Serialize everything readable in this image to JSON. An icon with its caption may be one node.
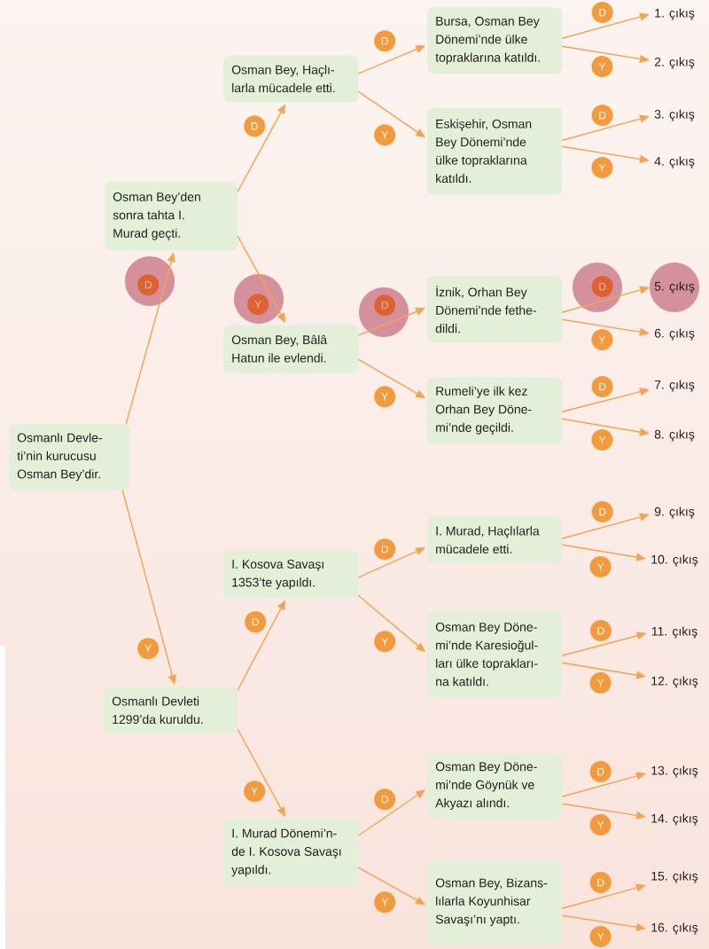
{
  "diagram": {
    "nodes": [
      {
        "text": [
          "Osmanlı Devle-ti’nin kurucusu Osman Bey’dir."
        ]
      },
      {
        "text": [
          "Osman Bey’den sonra tahta I. Murad geçti."
        ]
      },
      {
        "text": [
          "Osmanlı Devleti 1299’da kuruldu."
        ]
      },
      {
        "text": [
          "Osman Bey, Haçlı-larla mücadele etti."
        ]
      },
      {
        "text": [
          "Osman Bey, Bâlâ Hatun ile evlendi."
        ]
      },
      {
        "text": [
          "I. Kosova Savaşı 1353’te yapıldı."
        ]
      },
      {
        "text": [
          "I. Murad Dönemi’n-de I. Kosova Savaşı yapıldı."
        ]
      },
      {
        "text": [
          "Bursa, Osman Bey Dönemi’nde ülke topraklarına katıldı."
        ]
      },
      {
        "text": [
          "Eskişehir, Osman Bey Dönemi’nde ülke topraklarına katıldı."
        ]
      },
      {
        "text": [
          "İznik, Orhan Bey Dönemi’nde fethe-dildi."
        ]
      },
      {
        "text": [
          "Rumeli’ye ilk kez Orhan Bey Döne-mi’nde geçildi."
        ]
      },
      {
        "text": [
          "I. Murad, Haçlılarla mücadele etti."
        ]
      },
      {
        "text": [
          "Osman Bey Döne-mi’nde Karesioğul-ları ülke toprakları-na katıldı."
        ]
      },
      {
        "text": [
          "Osman Bey Döne-mi’nde Göynük ve Akyazı alındı."
        ]
      },
      {
        "text": [
          "Osman Bey, Bizans-lılarla Koyunhisar Savaşı’nı yaptı."
        ]
      },
      {
        "text": [
          "1. çıkış"
        ]
      },
      {
        "text": [
          "2. çıkış"
        ]
      },
      {
        "text": [
          "3. çıkış"
        ]
      },
      {
        "text": [
          "4. çıkış"
        ]
      },
      {
        "text": [
          "5. çıkış"
        ]
      },
      {
        "text": [
          "6. çıkış"
        ]
      },
      {
        "text": [
          "7. çıkış"
        ]
      },
      {
        "text": [
          "8. çıkış"
        ]
      },
      {
        "text": [
          "9. çıkış"
        ]
      },
      {
        "text": [
          "10. çıkış"
        ]
      },
      {
        "text": [
          "11. çıkış"
        ]
      },
      {
        "text": [
          "12. çıkış"
        ]
      },
      {
        "text": [
          "13. çıkış"
        ]
      },
      {
        "text": [
          "14. çıkış"
        ]
      },
      {
        "text": [
          "15. çıkış"
        ]
      },
      {
        "text": [
          "16. çıkış"
        ]
      }
    ],
    "edges": [
      {
        "from": 0,
        "to": 1,
        "arrow": "to",
        "label": "D"
      },
      {
        "from": 0,
        "to": 2,
        "arrow": "to",
        "label": "Y"
      },
      {
        "from": 1,
        "to": 3,
        "arrow": "to",
        "label": "D"
      },
      {
        "from": 1,
        "to": 4,
        "arrow": "to",
        "label": "Y"
      },
      {
        "from": 2,
        "to": 5,
        "arrow": "to",
        "label": "D"
      },
      {
        "from": 2,
        "to": 6,
        "arrow": "to",
        "label": "Y"
      },
      {
        "from": 3,
        "to": 7,
        "arrow": "to",
        "label": "D"
      },
      {
        "from": 3,
        "to": 8,
        "arrow": "to",
        "label": "Y"
      },
      {
        "from": 4,
        "to": 9,
        "arrow": "to",
        "label": "D"
      },
      {
        "from": 4,
        "to": 10,
        "arrow": "to",
        "label": "Y"
      },
      {
        "from": 5,
        "to": 11,
        "arrow": "to",
        "label": "D"
      },
      {
        "from": 5,
        "to": 12,
        "arrow": "to",
        "label": "Y"
      },
      {
        "from": 6,
        "to": 13,
        "arrow": "to",
        "label": "D"
      },
      {
        "from": 6,
        "to": 14,
        "arrow": "to",
        "label": "Y"
      },
      {
        "from": 7,
        "to": 15,
        "arrow": "to",
        "label": "D"
      },
      {
        "from": 7,
        "to": 16,
        "arrow": "to",
        "label": "Y"
      },
      {
        "from": 8,
        "to": 17,
        "arrow": "to",
        "label": "D"
      },
      {
        "from": 8,
        "to": 18,
        "arrow": "to",
        "label": "Y"
      },
      {
        "from": 9,
        "to": 19,
        "arrow": "to",
        "label": "D"
      },
      {
        "from": 9,
        "to": 20,
        "arrow": "to",
        "label": "Y"
      },
      {
        "from": 10,
        "to": 21,
        "arrow": "to",
        "label": "D"
      },
      {
        "from": 10,
        "to": 22,
        "arrow": "to",
        "label": "Y"
      },
      {
        "from": 11,
        "to": 23,
        "arrow": "to",
        "label": "D"
      },
      {
        "from": 11,
        "to": 24,
        "arrow": "to",
        "label": "Y"
      },
      {
        "from": 12,
        "to": 25,
        "arrow": "to",
        "label": "D"
      },
      {
        "from": 12,
        "to": 26,
        "arrow": "to",
        "label": "Y"
      },
      {
        "from": 13,
        "to": 27,
        "arrow": "to",
        "label": "D"
      },
      {
        "from": 13,
        "to": 28,
        "arrow": "to",
        "label": "Y"
      },
      {
        "from": 14,
        "to": 29,
        "arrow": "to",
        "label": "D"
      },
      {
        "from": 14,
        "to": 30,
        "arrow": "to",
        "label": "Y"
      }
    ]
  }
}
